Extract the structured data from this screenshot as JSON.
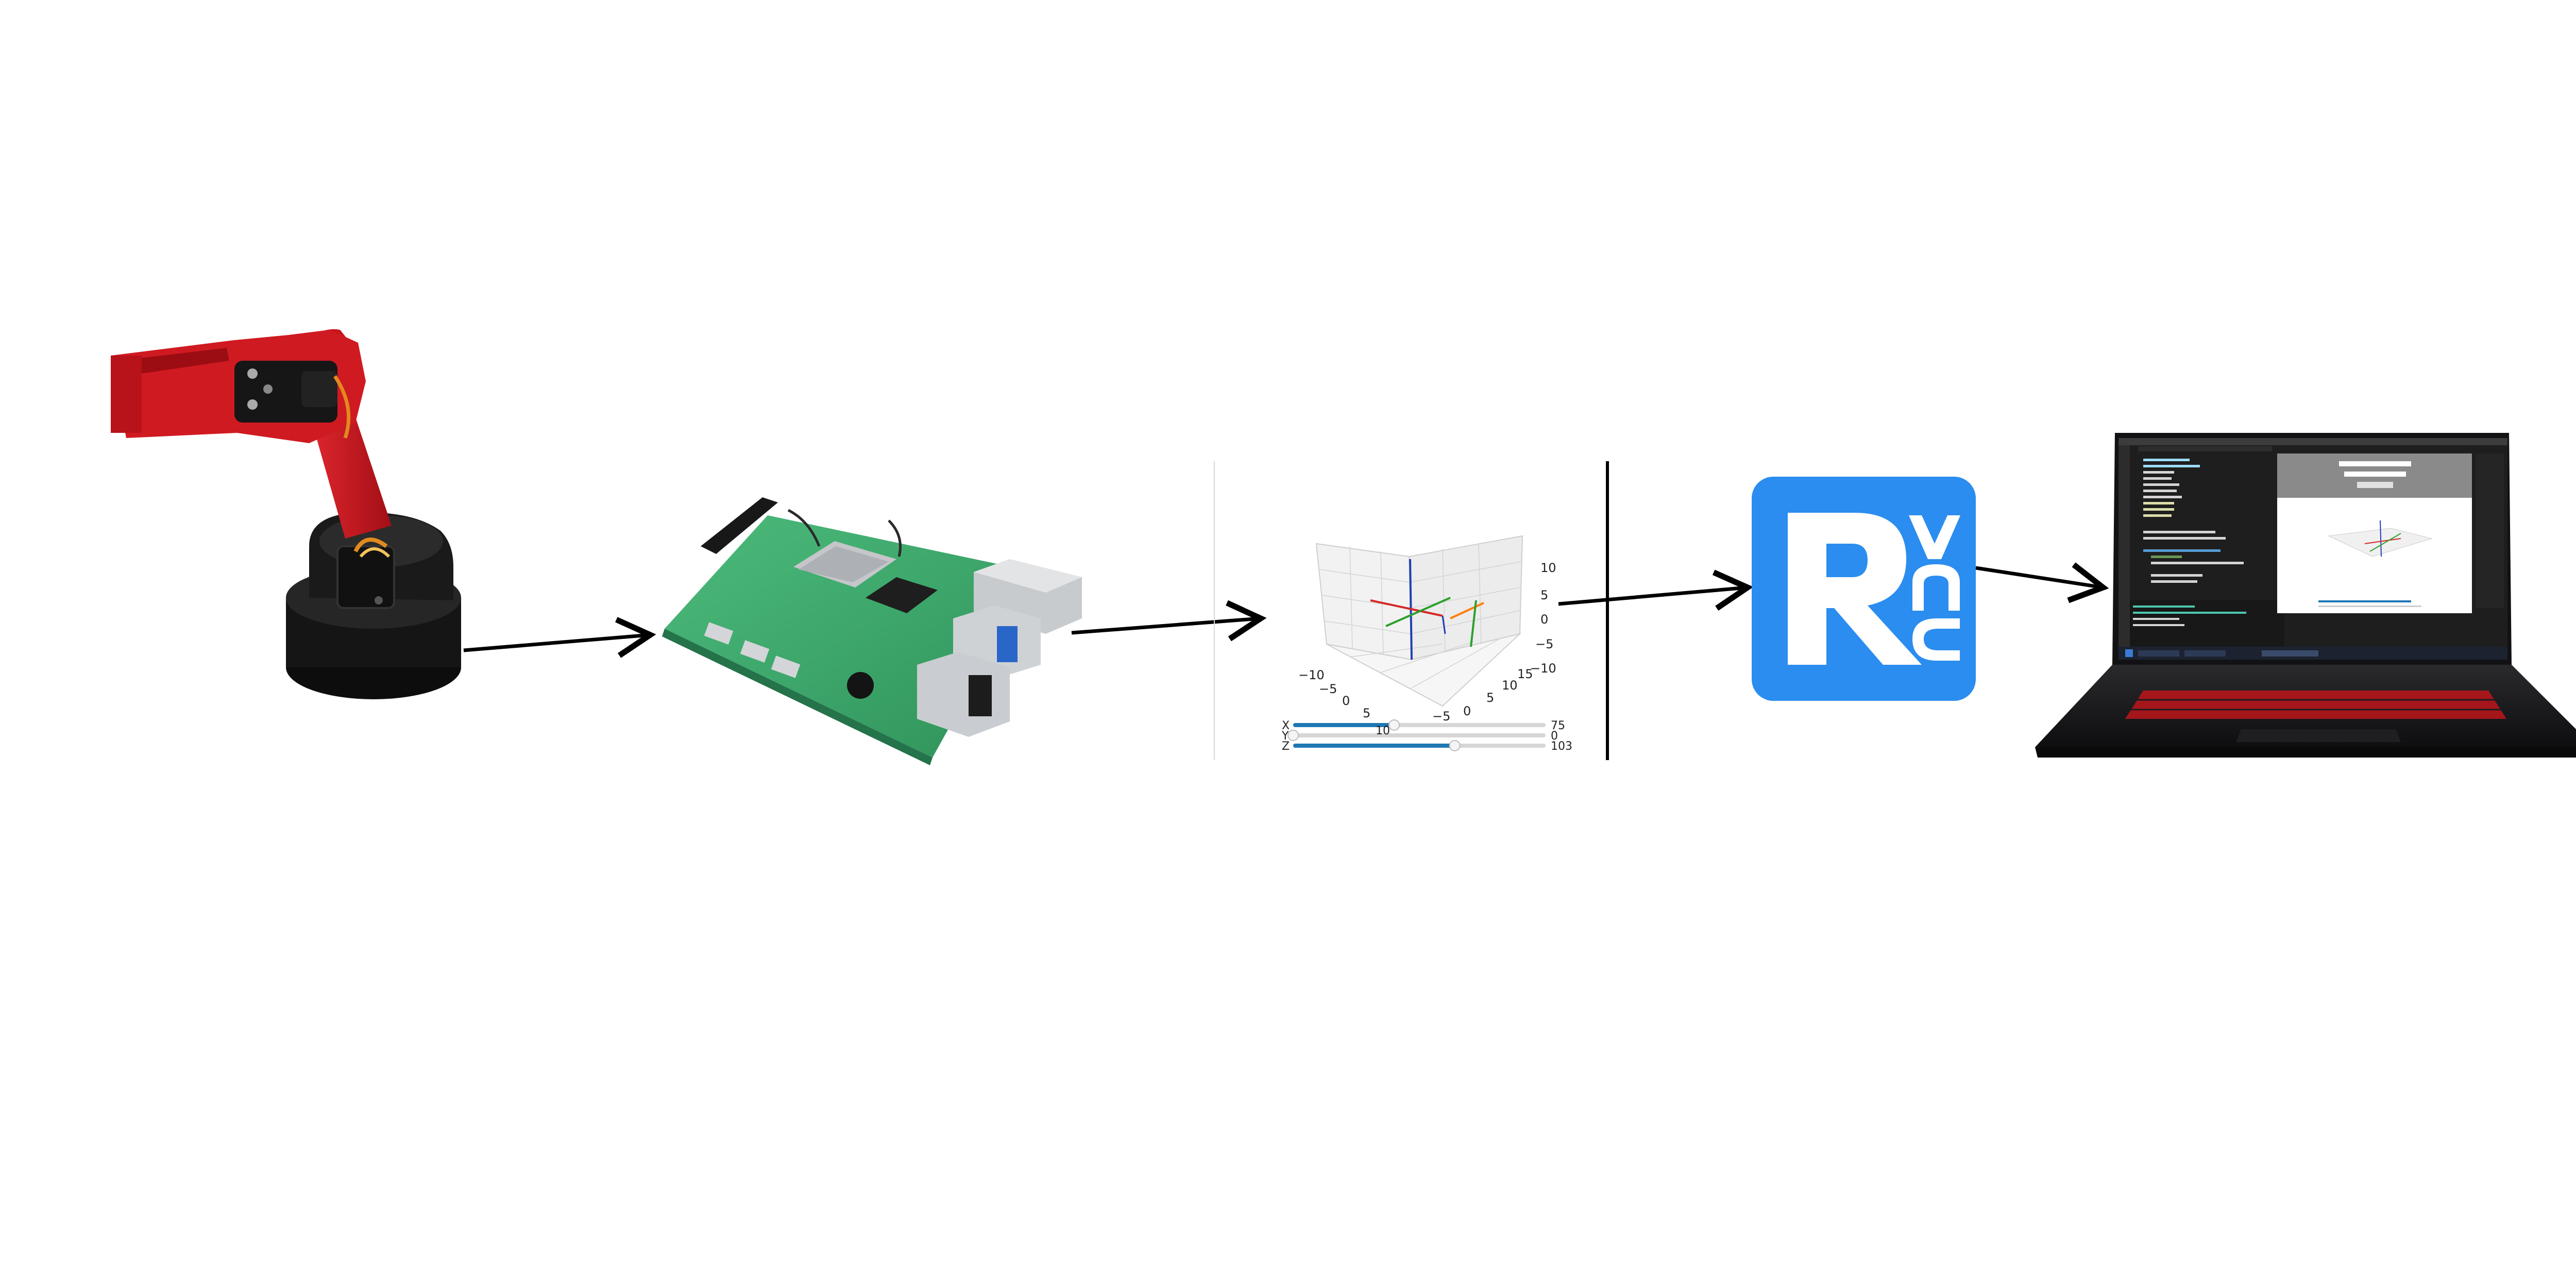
{
  "diagram": {
    "nodes": [
      {
        "id": "robot-arm",
        "kind": "photo"
      },
      {
        "id": "raspberry-pi",
        "kind": "photo"
      },
      {
        "id": "plot-3d",
        "kind": "plot"
      },
      {
        "id": "realvnc-logo",
        "kind": "logo",
        "logo_text": "R VNC"
      },
      {
        "id": "laptop",
        "kind": "photo"
      }
    ],
    "edges": [
      {
        "from": "robot-arm",
        "to": "raspberry-pi"
      },
      {
        "from": "raspberry-pi",
        "to": "plot-3d"
      },
      {
        "from": "plot-3d",
        "to": "realvnc-logo"
      },
      {
        "from": "realvnc-logo",
        "to": "laptop"
      }
    ]
  },
  "plot": {
    "z_ticks": [
      "10",
      "5",
      "0",
      "−5",
      "−10"
    ],
    "x_ticks": [
      "−10",
      "−5",
      "0",
      "5"
    ],
    "y_ticks": [
      "−5",
      "0",
      "5",
      "10",
      "15"
    ],
    "sliders": [
      {
        "label": "X",
        "value": "75",
        "fraction": 0.4
      },
      {
        "label": "Y",
        "value": "0",
        "fraction": 0.0
      },
      {
        "label": "Z",
        "value": "103",
        "fraction": 0.64
      }
    ],
    "overlap_label": "10",
    "axis_colors": {
      "red": "#d62728",
      "green": "#2ca02c",
      "blue": "#1f3fb4",
      "orange": "#ff7f0e"
    }
  },
  "colors": {
    "vnc_brand": "#2b8def",
    "robot_red": "#c8141c",
    "pcb_green": "#3aa86b",
    "laptop_body": "#1b1b1d",
    "keyboard_glow": "#b5161c"
  }
}
